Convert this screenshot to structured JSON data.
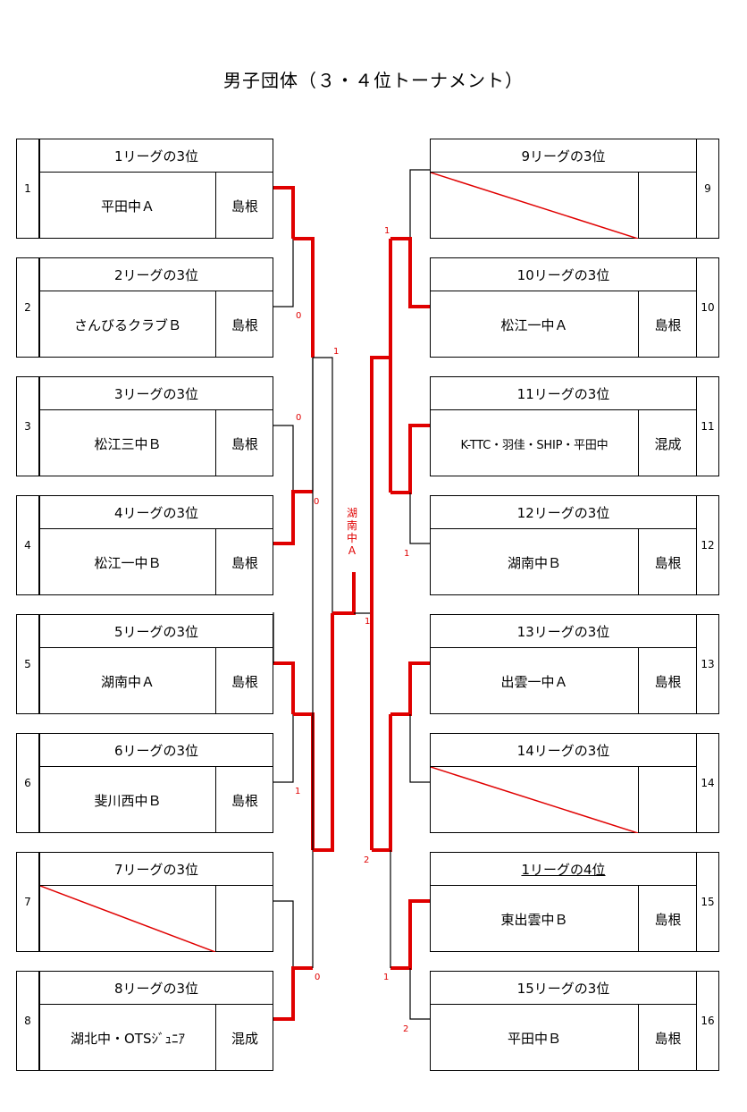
{
  "title": "男子団体（３・４位トーナメント）",
  "colors": {
    "line": "#000000",
    "win_line": "#e00000",
    "score": "#e00000"
  },
  "left": [
    {
      "num": "1",
      "header": "1リーグの3位",
      "team": "平田中Ａ",
      "assoc": "島根"
    },
    {
      "num": "2",
      "header": "2リーグの3位",
      "team": "さんびるクラブＢ",
      "assoc": "島根"
    },
    {
      "num": "3",
      "header": "3リーグの3位",
      "team": "松江三中Ｂ",
      "assoc": "島根"
    },
    {
      "num": "4",
      "header": "4リーグの3位",
      "team": "松江一中Ｂ",
      "assoc": "島根"
    },
    {
      "num": "5",
      "header": "5リーグの3位",
      "team": "湖南中Ａ",
      "assoc": "島根"
    },
    {
      "num": "6",
      "header": "6リーグの3位",
      "team": "斐川西中Ｂ",
      "assoc": "島根"
    },
    {
      "num": "7",
      "header": "7リーグの3位",
      "team": "",
      "assoc": "",
      "bye": true
    },
    {
      "num": "8",
      "header": "8リーグの3位",
      "team": "湖北中・OTSｼﾞｭﾆｱ",
      "assoc": "混成"
    }
  ],
  "right": [
    {
      "num": "9",
      "header": "9リーグの3位",
      "team": "",
      "assoc": "",
      "bye": true
    },
    {
      "num": "10",
      "header": "10リーグの3位",
      "team": "松江一中Ａ",
      "assoc": "島根"
    },
    {
      "num": "11",
      "header": "11リーグの3位",
      "team": "K-TTC・羽佳・SHIP・平田中",
      "assoc": "混成"
    },
    {
      "num": "12",
      "header": "12リーグの3位",
      "team": "湖南中Ｂ",
      "assoc": "島根"
    },
    {
      "num": "13",
      "header": "13リーグの3位",
      "team": "出雲一中Ａ",
      "assoc": "島根"
    },
    {
      "num": "14",
      "header": "14リーグの3位",
      "team": "",
      "assoc": "",
      "bye": true
    },
    {
      "num": "15",
      "header": "1リーグの4位",
      "team": "東出雲中Ｂ",
      "assoc": "島根",
      "underline": true
    },
    {
      "num": "16",
      "header": "15リーグの3位",
      "team": "平田中Ｂ",
      "assoc": "島根"
    }
  ],
  "scores": [
    {
      "id": "r1-left-top",
      "value": "0"
    },
    {
      "id": "r2-left-top-upper",
      "value": "1"
    },
    {
      "id": "r1-left-2-upper",
      "value": "0"
    },
    {
      "id": "r1-left-2-lower",
      "value": "0"
    },
    {
      "id": "r1-left-3",
      "value": "1"
    },
    {
      "id": "r1-left-4",
      "value": "0"
    },
    {
      "id": "r1-right-1",
      "value": "1"
    },
    {
      "id": "r1-right-2",
      "value": "1"
    },
    {
      "id": "final-right",
      "value": "1"
    },
    {
      "id": "r2-right-lower",
      "value": "2"
    },
    {
      "id": "r1-right-4-upper",
      "value": "1"
    },
    {
      "id": "r1-right-4-lower",
      "value": "2"
    }
  ],
  "winner": [
    "湖",
    "南",
    "中",
    "Ａ"
  ]
}
